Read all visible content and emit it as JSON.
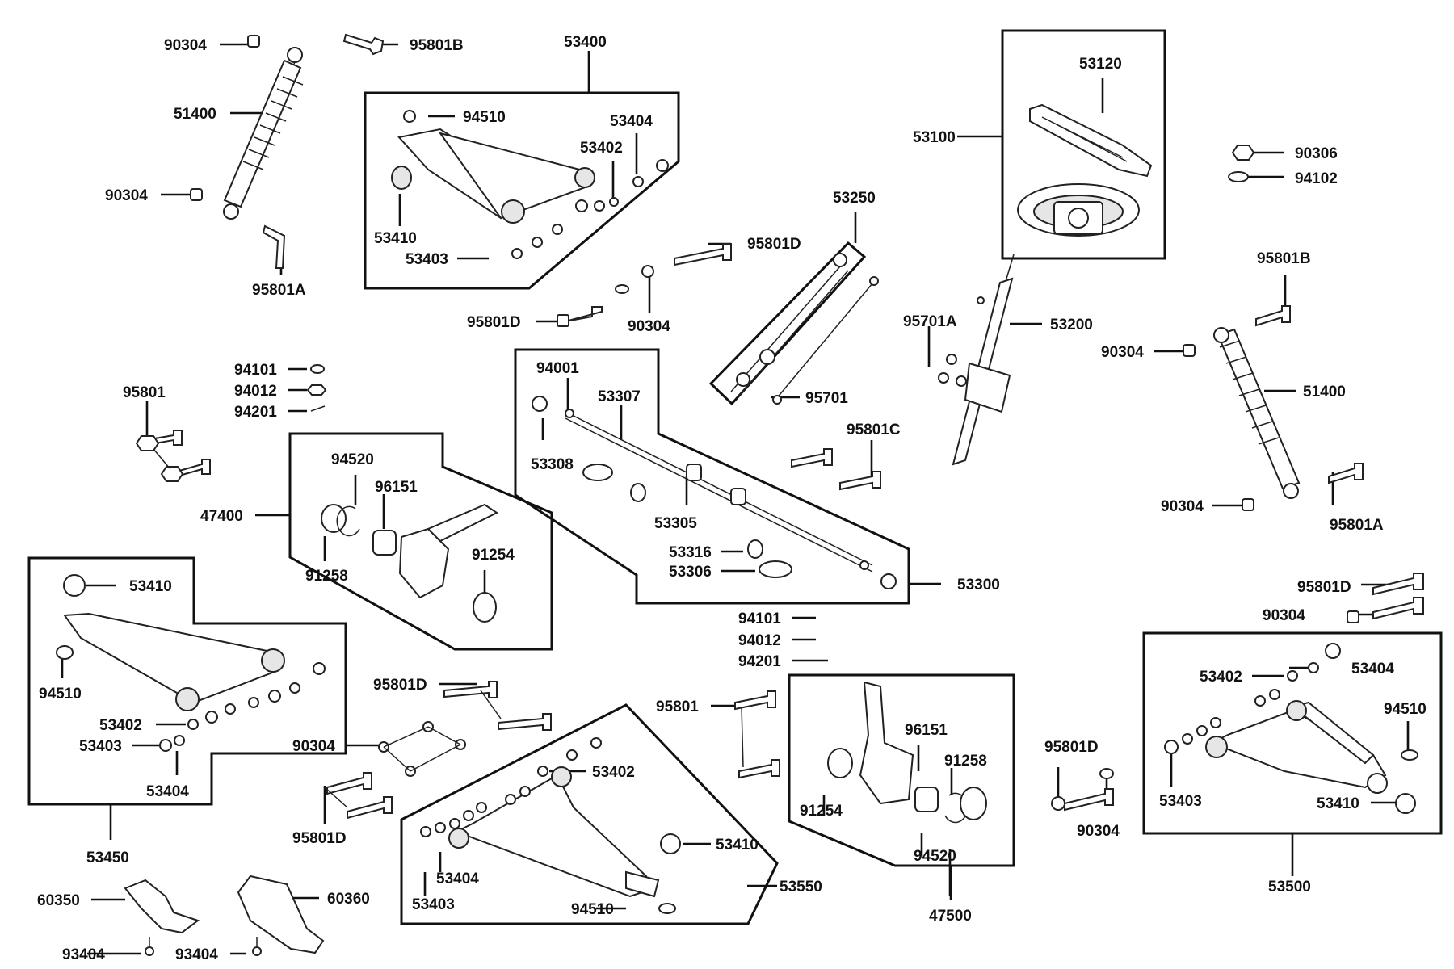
{
  "labels": {
    "l90304_a": "90304",
    "l95801B_a": "95801B",
    "l51400_a": "51400",
    "l90304_b": "90304",
    "l95801A_a": "95801A",
    "l53400": "53400",
    "l94510_a": "94510",
    "l53404_a": "53404",
    "l53402_a": "53402",
    "l53410_a": "53410",
    "l53403_a": "53403",
    "l95801D_a": "95801D",
    "l95801D_b": "95801D",
    "l90304_c": "90304",
    "l53250": "53250",
    "l95701": "95701",
    "l53100": "53100",
    "l53120": "53120",
    "l90306": "90306",
    "l94102": "94102",
    "l95801B_b": "95801B",
    "l95701A": "95701A",
    "l53200": "53200",
    "l90304_d": "90304",
    "l51400_b": "51400",
    "l90304_e": "90304",
    "l95801A_b": "95801A",
    "l95801C": "95801C",
    "l94101_a": "94101",
    "l94012_a": "94012",
    "l94201_a": "94201",
    "l95801_a": "95801",
    "l94001": "94001",
    "l53307": "53307",
    "l53308": "53308",
    "l53305": "53305",
    "l53316": "53316",
    "l53306": "53306",
    "l53300": "53300",
    "l94520_a": "94520",
    "l96151_a": "96151",
    "l47400": "47400",
    "l91258_a": "91258",
    "l91254_a": "91254",
    "l53410_b": "53410",
    "l94510_b": "94510",
    "l53402_b": "53402",
    "l53403_b": "53403",
    "l53404_b": "53404",
    "l53450": "53450",
    "l95801D_c": "95801D",
    "l90304_f": "90304",
    "l95801D_d": "95801D",
    "l94101_b": "94101",
    "l94012_b": "94012",
    "l94201_b": "94201",
    "l95801_b": "95801",
    "l53402_c": "53402",
    "l53410_c": "53410",
    "l53404_c": "53404",
    "l53403_c": "53403",
    "l94510_c": "94510",
    "l53550": "53550",
    "l96151_b": "96151",
    "l91258_b": "91258",
    "l91254_b": "91254",
    "l94520_b": "94520",
    "l47500": "47500",
    "l95801D_e": "95801D",
    "l90304_g": "90304",
    "l95801D_f": "95801D",
    "l90304_h": "90304",
    "l53402_d": "53402",
    "l53404_d": "53404",
    "l94510_d": "94510",
    "l53403_d": "53403",
    "l53410_d": "53410",
    "l53500": "53500",
    "l60350": "60350",
    "l60360": "60360",
    "l93404_a": "93404",
    "l93404_b": "93404"
  }
}
